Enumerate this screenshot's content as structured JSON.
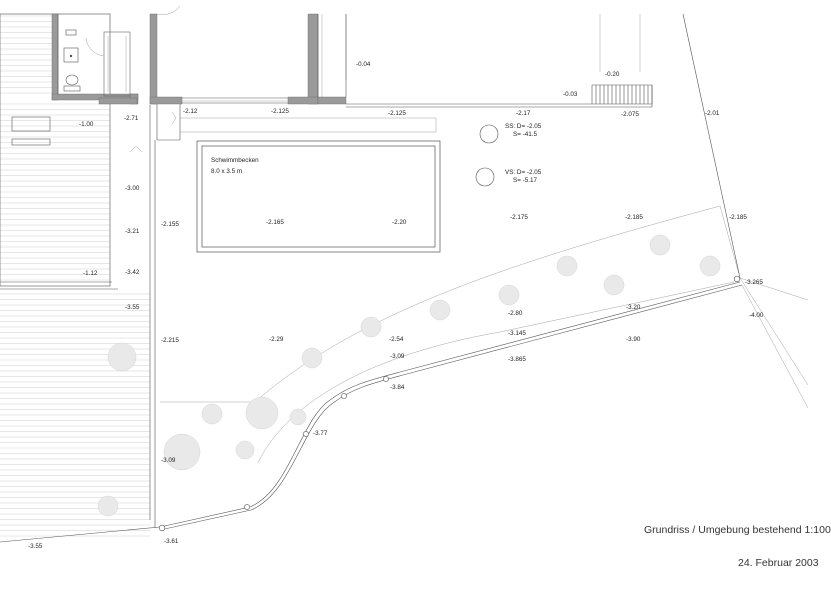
{
  "pool": {
    "name": "Schwimmbecken",
    "size": "8.0 x 3.5 m"
  },
  "wells": [
    {
      "id": "ss",
      "lines": [
        "SS: D= -2.05",
        "S= -41.5"
      ]
    },
    {
      "id": "vs",
      "lines": [
        "VS: D= -2.05",
        "S= -5.17"
      ]
    }
  ],
  "levels": [
    "-0.04",
    "-0.20",
    "-0.03",
    "-2.01",
    "-2.075",
    "-2.17",
    "-2.125",
    "-2.125",
    "-2.12",
    "-2.71",
    "-1.00",
    "-3.00",
    "-3.21",
    "-3.42",
    "-1.12",
    "-3.55",
    "-2.155",
    "-2.165",
    "-2.20",
    "-2.175",
    "-2.185",
    "-2.185",
    "-3.265",
    "-4.00",
    "-3.20",
    "-3.90",
    "-2.80",
    "-3.145",
    "-3.865",
    "-2.54",
    "-3.09",
    "-3.84",
    "-2.29",
    "-2.215",
    "-3.77",
    "-3.09",
    "-3.61",
    "-3.55"
  ],
  "caption": {
    "title": "Grundriss / Umgebung bestehend 1:100",
    "date": "24. Februar 2003"
  }
}
